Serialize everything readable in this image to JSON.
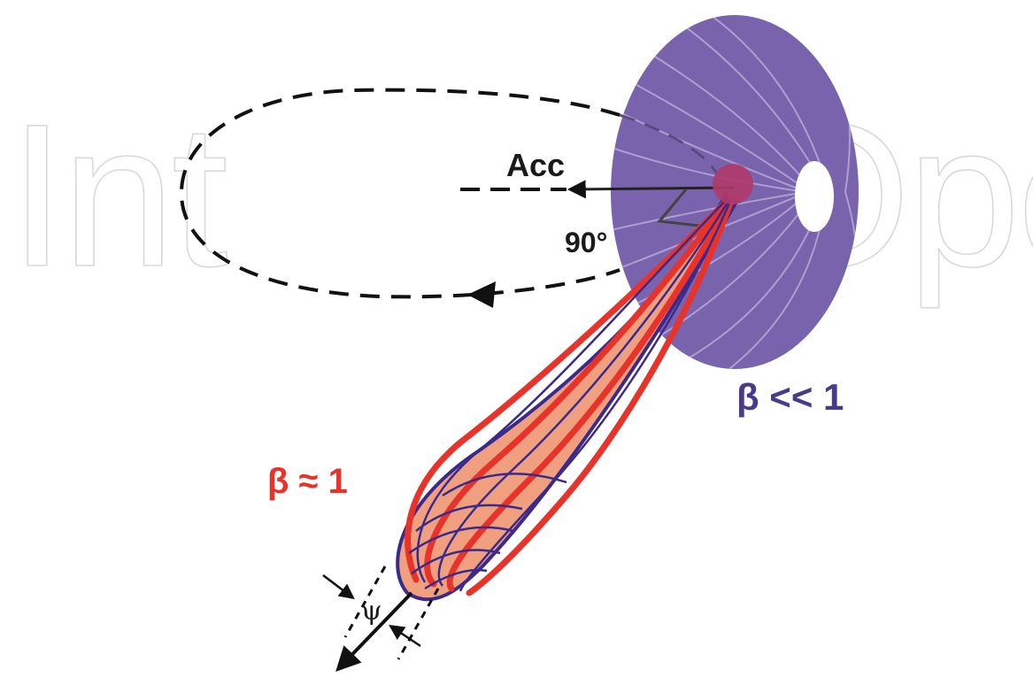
{
  "watermark": {
    "left": "Int",
    "right": "Open"
  },
  "labels": {
    "acceleration": "Acc",
    "angle": "90°",
    "beta_low": "β << 1",
    "beta_high": "β ≈ 1",
    "opening_angle": "ψ"
  },
  "colors": {
    "disk": "#7a63ad",
    "disk_lines": "#b8a8d8",
    "charge": "#b03a6a",
    "beam_fill": "#f1a07f",
    "beam_red": "#e8332b",
    "beam_outline": "#3a2a8c",
    "beta_low_text": "#4a3a8c",
    "beta_high_text": "#e8332b"
  }
}
